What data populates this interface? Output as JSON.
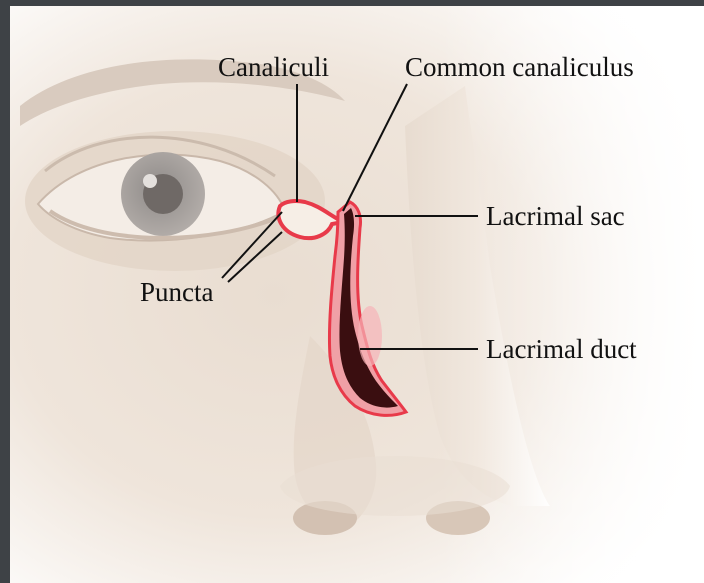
{
  "labels": {
    "canaliculi": "Canaliculi",
    "common_canaliculus": "Common canaliculus",
    "lacrimal_sac": "Lacrimal sac",
    "puncta": "Puncta",
    "lacrimal_duct": "Lacrimal duct"
  },
  "colors": {
    "frame": "#3e4246",
    "skin": "#ece1d6",
    "duct_outline": "#e83a4a",
    "duct_fill": "#3a0e10",
    "leader_line": "#111111"
  }
}
